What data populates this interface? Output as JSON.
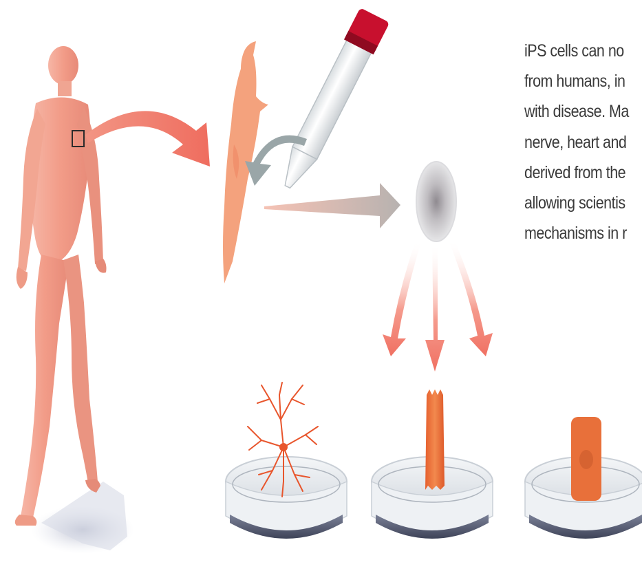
{
  "caption": {
    "lines": [
      "iPS cells can no",
      "from humans, in",
      "with disease. Ma",
      "nerve, heart and",
      "derived from the",
      "allowing scientis",
      "mechanisms in r"
    ]
  },
  "colors": {
    "skin": "#f2a08e",
    "skin_cell": "#f4a27d",
    "red_arrow": "#f07062",
    "gray_arrow": "#9aa6a8",
    "tube_cap": "#c8102e",
    "nerve_cell": "#e8552c",
    "heart_cell": "#e8703a",
    "dish_bottom": "#4a5068"
  },
  "icons": {
    "human": "human-body-icon",
    "biopsy": "skin-biopsy-square",
    "fibroblast": "fibroblast-cell-icon",
    "tube": "reprogramming-tube-icon",
    "ips_cell": "ips-cell-icon",
    "nerve": "nerve-cell-icon",
    "heart_fiber": "heart-muscle-fiber-icon",
    "heart_block": "heart-cell-icon"
  }
}
